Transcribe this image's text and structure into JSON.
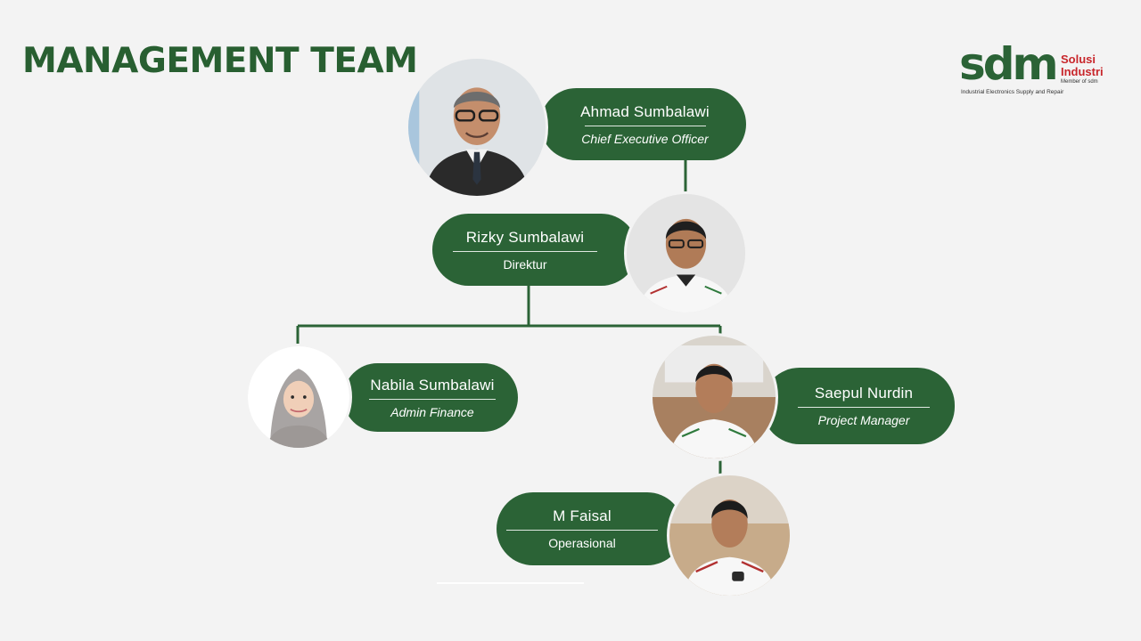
{
  "page_title": "MANAGEMENT TEAM",
  "colors": {
    "brand_green": "#2b6336",
    "title_green": "#285f31",
    "logo_red": "#c8262b",
    "background": "#f3f3f3"
  },
  "logo": {
    "mark": "sdm",
    "name_line1": "Solusi",
    "name_line2": "Industri",
    "member_text": "Member of sdm",
    "tagline": "Industrial Electronics Supply and Repair"
  },
  "members": [
    {
      "id": "ceo",
      "name": "Ahmad Sumbalawi",
      "role": "Chief Executive Officer",
      "role_italic": true
    },
    {
      "id": "direktur",
      "name": "Rizky Sumbalawi",
      "role": "Direktur",
      "role_italic": false
    },
    {
      "id": "finance",
      "name": "Nabila Sumbalawi",
      "role": "Admin Finance",
      "role_italic": true
    },
    {
      "id": "pm",
      "name": "Saepul Nurdin",
      "role": "Project Manager",
      "role_italic": true
    },
    {
      "id": "ops",
      "name": "M Faisal",
      "role": "Operasional",
      "role_italic": false
    }
  ]
}
